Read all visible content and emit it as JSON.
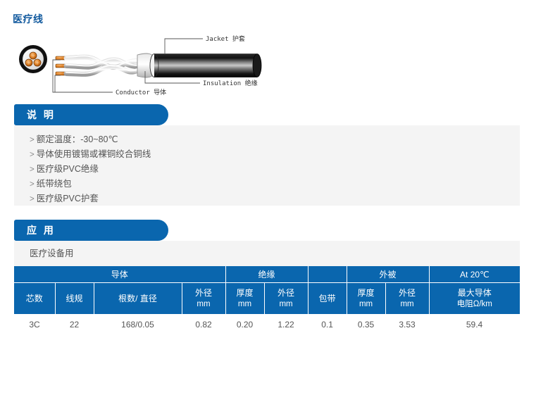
{
  "page": {
    "title": "医疗线"
  },
  "figure": {
    "name": "cable-cutaway-diagram",
    "labels": {
      "jacket": "Jacket  护套",
      "insulation": "Insulation  绝缘",
      "conductor": "Conductor  导体"
    }
  },
  "colors": {
    "brand_blue": "#0a66ae",
    "title_blue": "#125a9e",
    "panel_gray": "#f4f4f4",
    "text_gray": "#555555",
    "conductor_copper": "#e08b2e"
  },
  "description": {
    "heading": "说 明",
    "bullet_marker": ">",
    "items": [
      "额定温度：-30~80℃",
      "导体使用镀锡或裸铜绞合铜线",
      "医疗级PVC绝缘",
      "纸带绕包",
      "医疗级PVC护套"
    ]
  },
  "application": {
    "heading": "应 用",
    "text": "医疗设备用"
  },
  "spec_table": {
    "group_headers": [
      {
        "label": "导体",
        "span": 4
      },
      {
        "label": "绝缘",
        "span": 2
      },
      {
        "label": "",
        "span": 1
      },
      {
        "label": "外被",
        "span": 2
      },
      {
        "label": "At 20℃",
        "span": 1
      }
    ],
    "columns": [
      {
        "label": "芯数",
        "unit": ""
      },
      {
        "label": "线规",
        "unit": ""
      },
      {
        "label": "根数/ 直径",
        "unit": ""
      },
      {
        "label": "外径",
        "unit": "mm"
      },
      {
        "label": "厚度",
        "unit": "mm"
      },
      {
        "label": "外径",
        "unit": "mm"
      },
      {
        "label": "包带",
        "unit": ""
      },
      {
        "label": "厚度",
        "unit": "mm"
      },
      {
        "label": "外径",
        "unit": "mm"
      },
      {
        "label": "最大导体",
        "unit": "电阻Ω/km"
      }
    ],
    "rows": [
      [
        "3C",
        "22",
        "168/0.05",
        "0.82",
        "0.20",
        "1.22",
        "0.1",
        "0.35",
        "3.53",
        "59.4"
      ]
    ]
  }
}
